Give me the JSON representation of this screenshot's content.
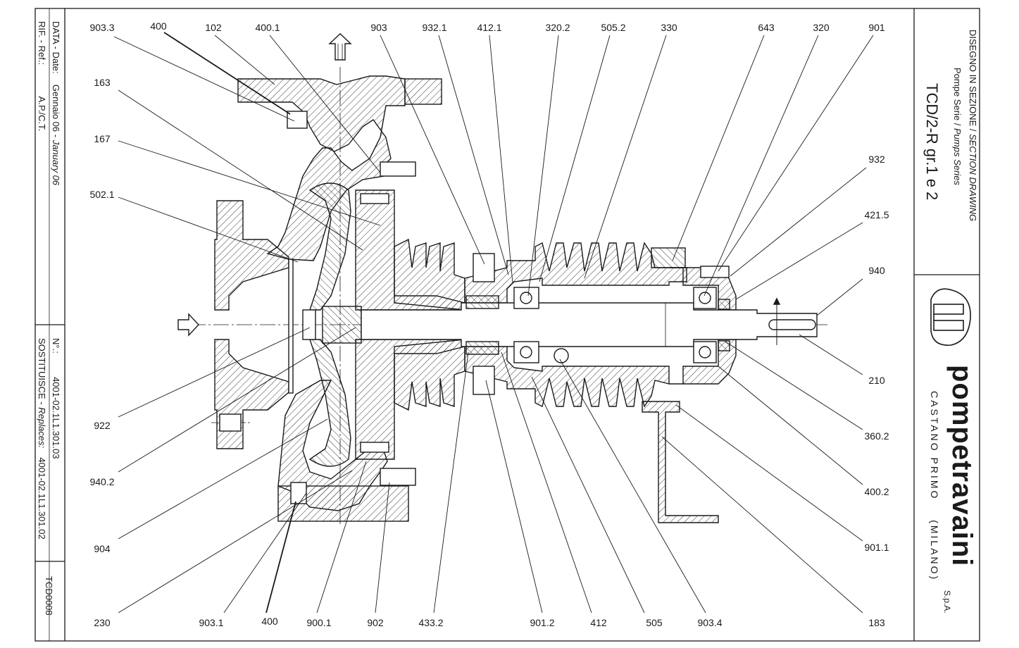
{
  "title_block": {
    "line1_it": "DISEGNO IN SEZIONE /",
    "line1_en": "SECTION DRAWING",
    "line2_it": "Pompe Serie /",
    "line2_en": "Pumps Series",
    "model": "TCD/2-R gr.1 e 2",
    "company": "pompetravaini",
    "company_suffix": "S.p.A.",
    "city": "CASTANO PRIMO",
    "province": "(MILANO)"
  },
  "left_block": {
    "ref_label": "RIF. - Ref.:",
    "ref_value": "A.P./C.T.",
    "date_label": "DATA - Date:",
    "date_value_it": "Gennaio 06 -",
    "date_value_en": "January 06",
    "replaces_label": "SOSTITUISCE -",
    "replaces_label_en": "Replaces:",
    "replaces_value": "4001-02.1L1.301.02",
    "number_label": "N°.:",
    "number_value": "4001-02.1L1.301.03",
    "code": "TCD0008"
  },
  "part_labels": {
    "top": [
      "903.3",
      "400",
      "102",
      "400.1",
      "903",
      "932.1",
      "412.1",
      "320.2",
      "505.2",
      "330",
      "643",
      "320",
      "901"
    ],
    "left": [
      "163",
      "167",
      "502.1",
      "922",
      "940.2",
      "904",
      "230"
    ],
    "right": [
      "932",
      "421.5",
      "940",
      "210",
      "360.2",
      "400.2",
      "901.1",
      "183"
    ],
    "bottom": [
      "903.1",
      "400",
      "900.1",
      "902",
      "433.2",
      "901.2",
      "412",
      "505",
      "903.4"
    ]
  },
  "colors": {
    "line": "#1a1a1a",
    "hatch": "#3a3a3a",
    "paper": "#ffffff"
  }
}
